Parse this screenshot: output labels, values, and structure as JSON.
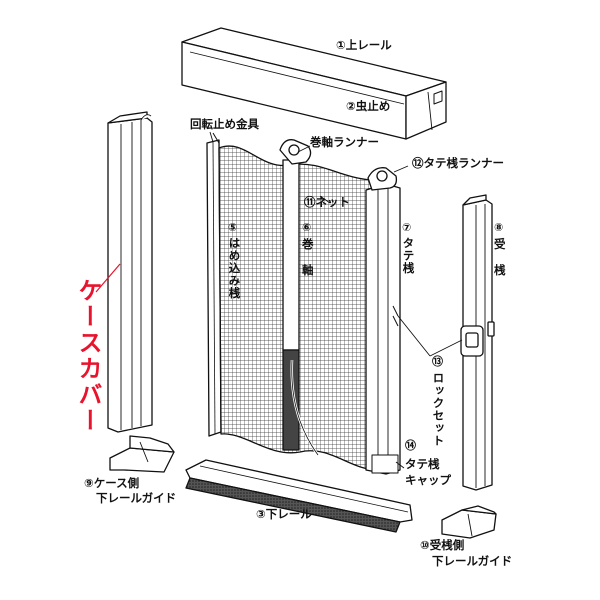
{
  "colors": {
    "line": "#111111",
    "accent": "#e8132c",
    "mesh": "#333333"
  },
  "labels": {
    "upper_rail": "①上レール",
    "insect_stop": "②虫止め",
    "rotation_stop": "回転止め金具",
    "roll_runner": "巻軸ランナー",
    "stile_runner": "⑫タテ桟ランナー",
    "net": "⑪ネット",
    "inset_stile_num": "⑤",
    "inset_stile": "はめ込み桟",
    "roll_shaft_num": "⑥",
    "roll_shaft": "巻",
    "roll_shaft2": "軸",
    "vertical_stile_num": "⑦",
    "vertical_stile": "タテ桟",
    "receiving_stile_num": "⑧",
    "receiving_stile": "受",
    "receiving_stile2": "桟",
    "lock_set_num": "⑬",
    "lock_set": "ロックセット",
    "stile_cap_num": "⑭",
    "stile_cap_1": "タテ桟",
    "stile_cap_2": "キャップ",
    "case_guide_1": "⑨ケース側",
    "case_guide_2": "下レールガイド",
    "lower_rail": "③下レール",
    "recv_guide_1": "⑩受桟側",
    "recv_guide_2": "下レールガイド",
    "case_cover": "ケースカバー"
  }
}
